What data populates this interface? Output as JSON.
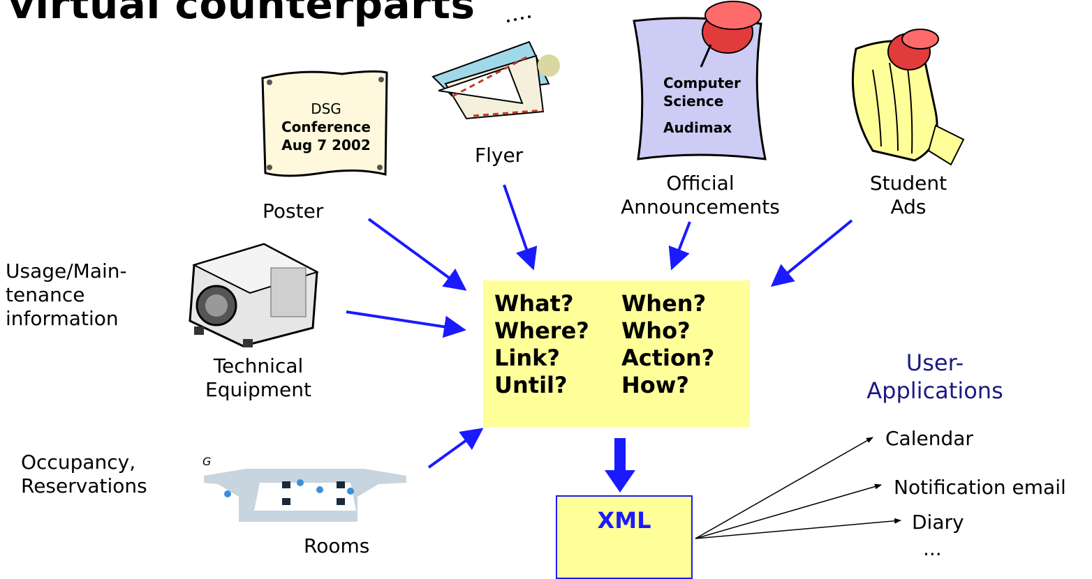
{
  "title": "virtual counterparts",
  "sources": {
    "poster": {
      "label": "Poster",
      "line1": "DSG",
      "line2": "Conference",
      "line3": "Aug 7 2002"
    },
    "flyer": {
      "label": "Flyer"
    },
    "official": {
      "label_line1": "Official",
      "label_line2": "Announcements",
      "line1": "Computer",
      "line2": "Science",
      "line3": "Audimax"
    },
    "student": {
      "label_line1": "Student",
      "label_line2": "Ads"
    },
    "equipment": {
      "side_line1": "Usage/Main-",
      "side_line2": "tenance",
      "side_line3": "information",
      "label_line1": "Technical",
      "label_line2": "Equipment"
    },
    "rooms": {
      "side_line1": "Occupancy,",
      "side_line2": "Reservations",
      "label": "Rooms",
      "map_letter": "G"
    }
  },
  "questions": {
    "rows": [
      [
        "What?",
        "When?"
      ],
      [
        "Where?",
        "Who?"
      ],
      [
        "Link?",
        "Action?"
      ],
      [
        "Until?",
        "How?"
      ]
    ]
  },
  "xml": {
    "label": "XML"
  },
  "user_apps": {
    "title_line1": "User-",
    "title_line2": "Applications",
    "items": [
      "Calendar",
      "Notification email",
      "Diary",
      "..."
    ]
  },
  "colors": {
    "arrow": "#1a1aff",
    "box_fill": "#ffff99",
    "user_apps_text": "#1a1a80"
  }
}
